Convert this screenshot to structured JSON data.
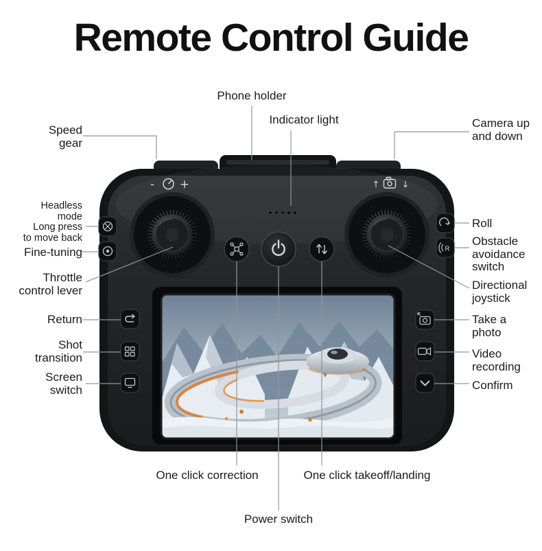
{
  "title": "Remote Control Guide",
  "labels": {
    "phone_holder": "Phone holder",
    "indicator_light": "Indicator light",
    "speed_gear": [
      "Speed",
      "gear"
    ],
    "camera_up_down": [
      "Camera up",
      "and down"
    ],
    "headless_mode": [
      "Headless",
      "mode",
      "Long press",
      "to move back"
    ],
    "fine_tuning": "Fine-tuning",
    "throttle_control": [
      "Throttle",
      "control lever"
    ],
    "roll": "Roll",
    "obstacle_avoidance": [
      "Obstacle",
      "avoidance",
      "switch"
    ],
    "directional_joystick": [
      "Directional",
      "joystick"
    ],
    "return": "Return",
    "take_a_photo": [
      "Take a",
      "photo"
    ],
    "shot_transition": [
      "Shot",
      "transition"
    ],
    "video_recording": [
      "Video",
      "recording"
    ],
    "screen_switch": [
      "Screen",
      "switch"
    ],
    "confirm": "Confirm",
    "one_click_correction": "One click correction",
    "one_click_takeoff_landing": "One click takeoff/landing",
    "power_switch": "Power switch"
  },
  "device": {
    "speed_minus": "-",
    "speed_plus": "+",
    "camera_up_arrow": "↑",
    "camera_down_arrow": "↓",
    "obstacle_r": "R"
  },
  "colors": {
    "body": "#1b1c1e",
    "accent_orange": "#e0791f",
    "callout_line": "#949494",
    "text": "#1a1a1a",
    "background": "#ffffff"
  }
}
